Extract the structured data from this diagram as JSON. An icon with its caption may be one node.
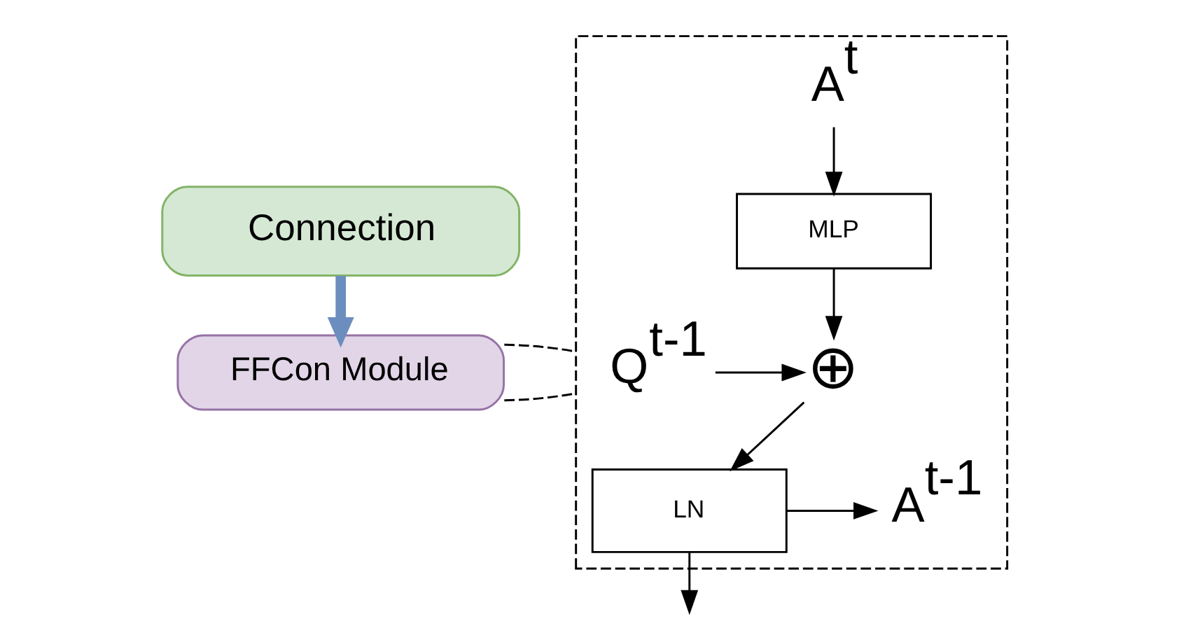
{
  "diagram": {
    "nodes": [
      {
        "text": [
          "Connection"
        ]
      },
      {
        "text": [
          "FFCon Module"
        ]
      },
      {
        "text": [],
        "shape": "box"
      },
      {
        "text": [
          "A$^{t}$"
        ],
        "in": 2
      },
      {
        "text": [
          "MLP"
        ],
        "in": 2
      },
      {
        "text": [
          "⊕"
        ],
        "in": 2
      },
      {
        "text": [
          "Q$^{t-1}$"
        ],
        "in": 2
      },
      {
        "text": [
          "LN"
        ],
        "in": 2
      },
      {
        "text": [
          "A$^{t-1}$"
        ],
        "in": 2
      }
    ],
    "edges": [
      {
        "from": 0,
        "to": 1,
        "arrow": "to",
        "style": "thick",
        "color": "#6c8ebf"
      },
      {
        "from": 1,
        "to": 2,
        "arrow": "none",
        "style": "dashed"
      },
      {
        "from": 1,
        "to": 2,
        "arrow": "none",
        "style": "dashed"
      },
      {
        "from": 3,
        "to": 4,
        "arrow": "to"
      },
      {
        "from": 4,
        "to": 5,
        "arrow": "to"
      },
      {
        "from": 6,
        "to": 5,
        "arrow": "to"
      },
      {
        "from": 5,
        "to": 7,
        "arrow": "to"
      },
      {
        "from": 7,
        "to": 8,
        "arrow": "to"
      },
      {
        "from": 7,
        "to": null,
        "arrow": "to"
      }
    ]
  }
}
